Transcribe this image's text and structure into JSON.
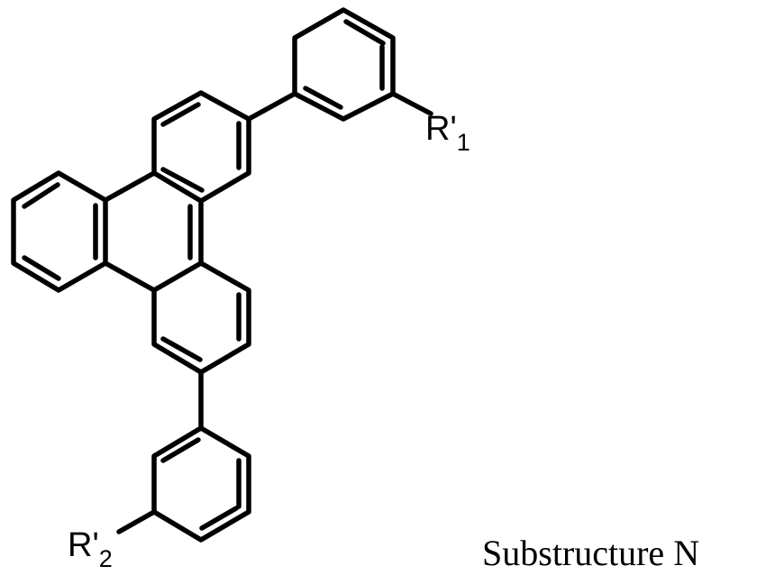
{
  "caption": "Substructure N",
  "substituents": {
    "r1": {
      "main": "R'",
      "sub": "1"
    },
    "r2": {
      "main": "R'",
      "sub": "2"
    }
  },
  "colors": {
    "ink": "#000000",
    "background": "#ffffff"
  }
}
